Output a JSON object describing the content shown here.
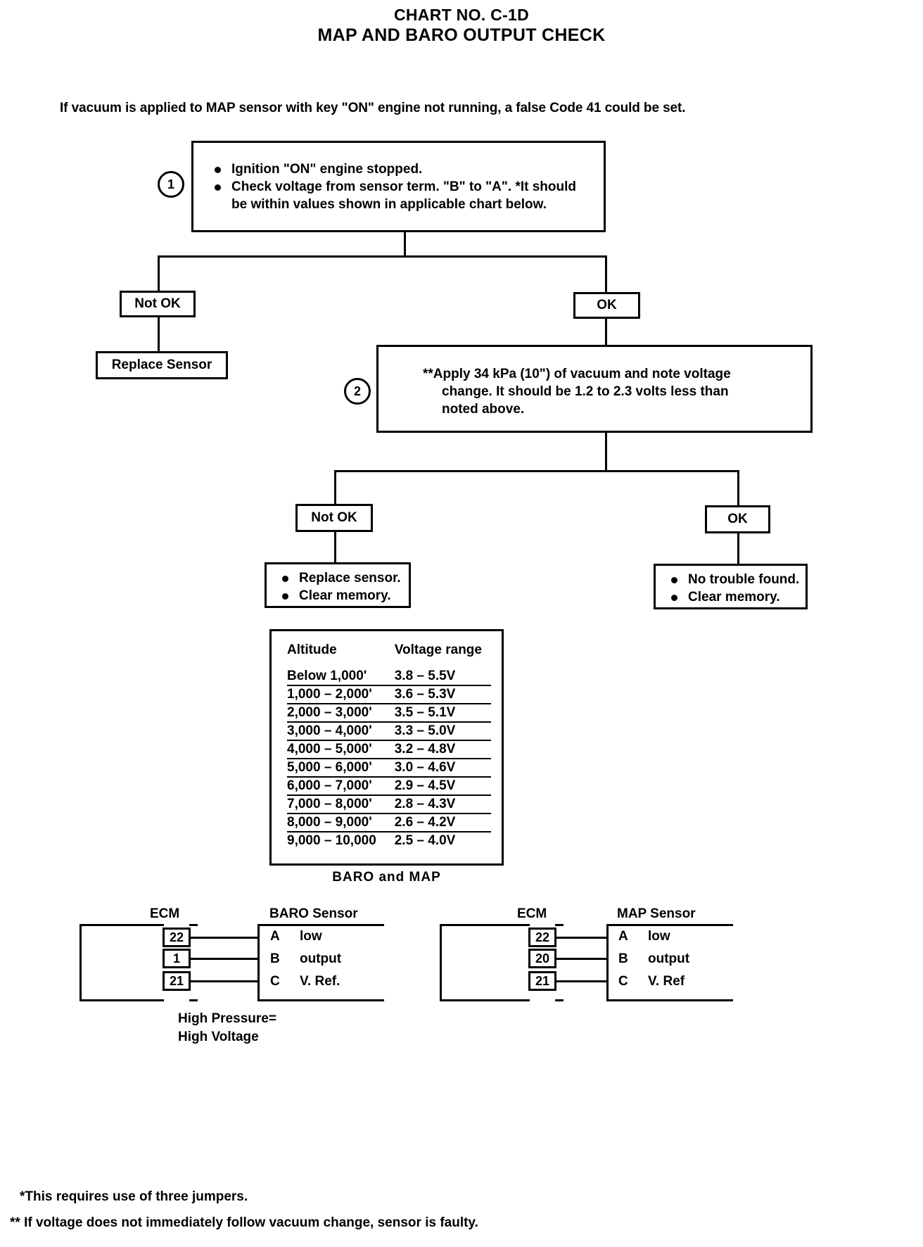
{
  "header": {
    "chart_no": "CHART NO. C-1D",
    "title": "MAP AND BARO OUTPUT CHECK",
    "note": "If vacuum is applied to MAP sensor with key \"ON\" engine not running, a false Code 41 could be set."
  },
  "steps": {
    "step1": {
      "number": "1",
      "bullets": [
        "Ignition \"ON\" engine stopped.",
        "Check voltage from sensor term. \"B\" to \"A\". *It should"
      ],
      "continuation": "be within values shown in applicable chart below."
    },
    "step2": {
      "number": "2",
      "lines": [
        "**Apply 34 kPa (10\") of vacuum and note voltage",
        "change. It should be 1.2 to 2.3 volts less than",
        "noted above."
      ]
    }
  },
  "decisions": {
    "not_ok_1": "Not OK",
    "ok_1": "OK",
    "not_ok_2": "Not OK",
    "ok_2": "OK"
  },
  "outcomes": {
    "replace_sensor": "Replace Sensor",
    "not_ok_2_bullets": [
      "Replace sensor.",
      "Clear memory."
    ],
    "ok_2_bullets": [
      "No trouble found.",
      "Clear memory."
    ]
  },
  "chart_data": {
    "type": "table",
    "title": "BARO and MAP",
    "columns": [
      "Altitude",
      "Voltage range"
    ],
    "rows": [
      [
        "Below 1,000'",
        "3.8 – 5.5V"
      ],
      [
        "1,000 – 2,000'",
        "3.6 – 5.3V"
      ],
      [
        "2,000 – 3,000'",
        "3.5 – 5.1V"
      ],
      [
        "3,000 – 4,000'",
        "3.3 – 5.0V"
      ],
      [
        "4,000 – 5,000'",
        "3.2 – 4.8V"
      ],
      [
        "5,000 – 6,000'",
        "3.0 – 4.6V"
      ],
      [
        "6,000 – 7,000'",
        "2.9 – 4.5V"
      ],
      [
        "7,000 – 8,000'",
        "2.8 – 4.3V"
      ],
      [
        "8,000 – 9,000'",
        "2.6 – 4.2V"
      ],
      [
        "9,000 – 10,000",
        "2.5 – 4.0V"
      ]
    ]
  },
  "wiring": {
    "baro": {
      "ecm_label": "ECM",
      "sensor_label": "BARO Sensor",
      "pins": [
        "22",
        "1",
        "21"
      ],
      "terminals": [
        {
          "id": "A",
          "name": "low"
        },
        {
          "id": "B",
          "name": "output"
        },
        {
          "id": "C",
          "name": "V. Ref."
        }
      ],
      "note_line1": "High Pressure=",
      "note_line2": "High Voltage"
    },
    "map": {
      "ecm_label": "ECM",
      "sensor_label": "MAP Sensor",
      "pins": [
        "22",
        "20",
        "21"
      ],
      "terminals": [
        {
          "id": "A",
          "name": "low"
        },
        {
          "id": "B",
          "name": "output"
        },
        {
          "id": "C",
          "name": "V. Ref"
        }
      ]
    }
  },
  "footnotes": {
    "one": "*This requires use of three jumpers.",
    "two": "** If voltage does not immediately follow vacuum change, sensor is faulty."
  }
}
